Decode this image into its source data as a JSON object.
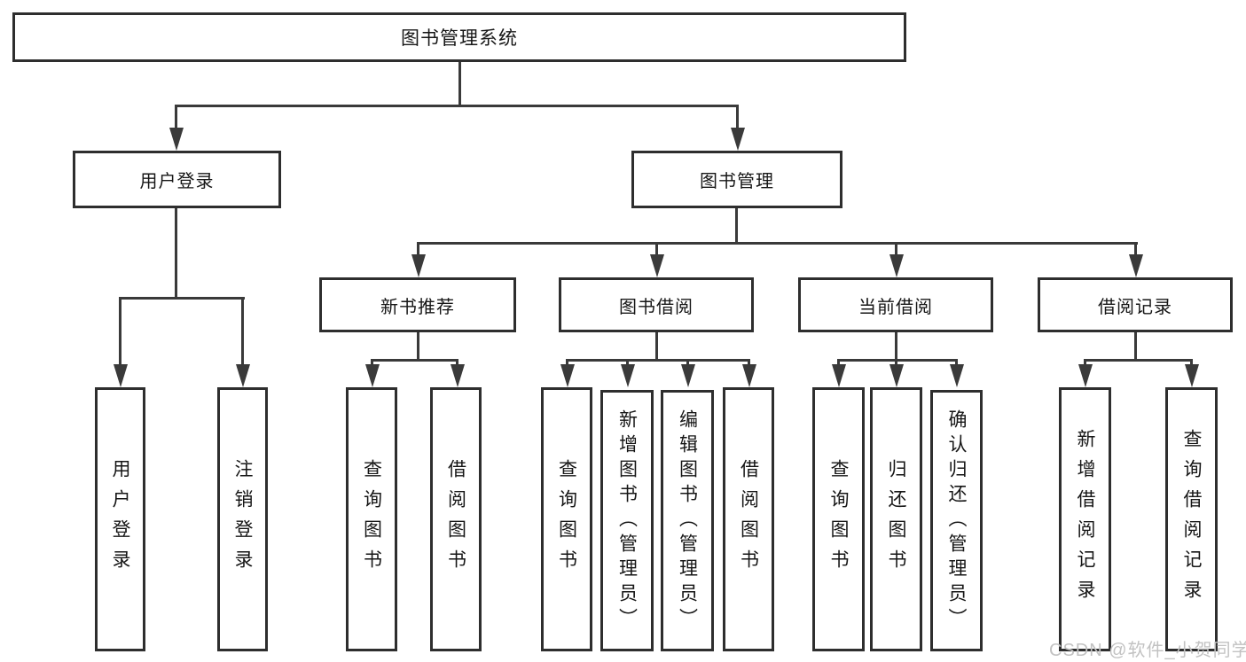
{
  "nodes": {
    "root": "图书管理系统",
    "user_login": "用户登录",
    "book_mgmt": "图书管理",
    "new_book_rec": "新书推荐",
    "book_borrow": "图书借阅",
    "current_borrow": "当前借阅",
    "borrow_record": "借阅记录",
    "leaf_user_login": "用户登录",
    "leaf_logout": "注销登录",
    "rec_query_book": "查询图书",
    "rec_borrow_book": "借阅图书",
    "bb_query_book": "查询图书",
    "bb_add_book": "新增图书（管理员）",
    "bb_edit_book": "编辑图书（管理员）",
    "bb_borrow_book": "借阅图书",
    "cb_query_book": "查询图书",
    "cb_return_book": "归还图书",
    "cb_confirm_return": "确认归还（管理员）",
    "br_add_record": "新增借阅记录",
    "br_query_record": "查询借阅记录"
  },
  "hierarchy": {
    "图书管理系统": [
      "用户登录",
      "图书管理"
    ],
    "用户登录": [
      "用户登录",
      "注销登录"
    ],
    "图书管理": [
      "新书推荐",
      "图书借阅",
      "当前借阅",
      "借阅记录"
    ],
    "新书推荐": [
      "查询图书",
      "借阅图书"
    ],
    "图书借阅": [
      "查询图书",
      "新增图书（管理员）",
      "编辑图书（管理员）",
      "借阅图书"
    ],
    "当前借阅": [
      "查询图书",
      "归还图书",
      "确认归还（管理员）"
    ],
    "借阅记录": [
      "新增借阅记录",
      "查询借阅记录"
    ]
  },
  "watermark": "CSDN @软件_小贺同学",
  "colors": {
    "line": "#3a3a3a",
    "border": "#2e2e2e",
    "text": "#161616",
    "watermark": "#c2c2c2",
    "background": "#ffffff"
  }
}
